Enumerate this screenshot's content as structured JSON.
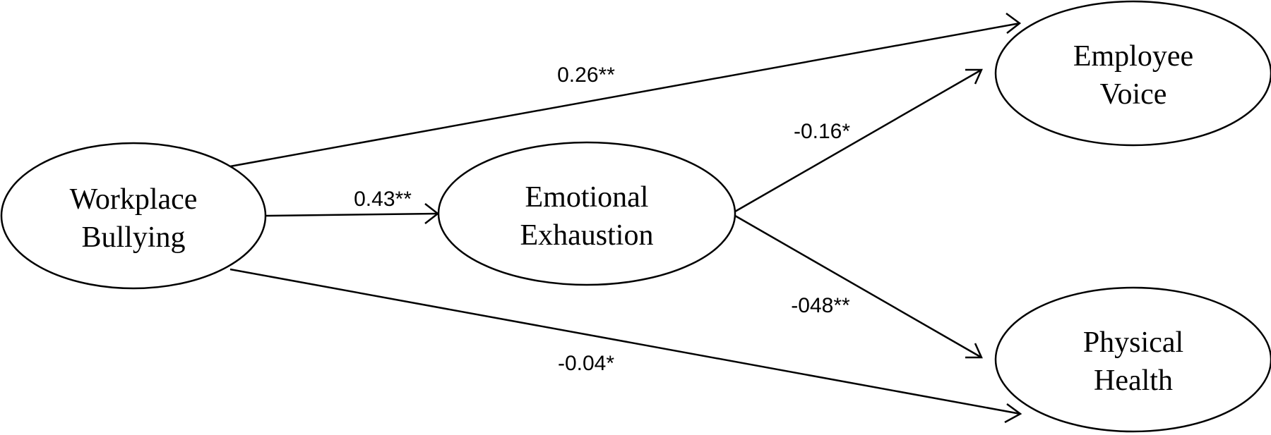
{
  "nodes": {
    "workplace_bullying": {
      "line1": "Workplace",
      "line2": "Bullying"
    },
    "emotional_exhaustion": {
      "line1": "Emotional",
      "line2": "Exhaustion"
    },
    "employee_voice": {
      "line1": "Employee",
      "line2": "Voice"
    },
    "physical_health": {
      "line1": "Physical",
      "line2": "Health"
    }
  },
  "edges": {
    "bullying_to_voice": {
      "from": "workplace_bullying",
      "to": "employee_voice",
      "coefficient": "0.26**"
    },
    "bullying_to_exhaustion": {
      "from": "workplace_bullying",
      "to": "emotional_exhaustion",
      "coefficient": "0.43**"
    },
    "bullying_to_health": {
      "from": "workplace_bullying",
      "to": "physical_health",
      "coefficient": "-0.04*"
    },
    "exhaustion_to_voice": {
      "from": "emotional_exhaustion",
      "to": "employee_voice",
      "coefficient": "-0.16*"
    },
    "exhaustion_to_health": {
      "from": "emotional_exhaustion",
      "to": "physical_health",
      "coefficient": "-048**"
    }
  }
}
